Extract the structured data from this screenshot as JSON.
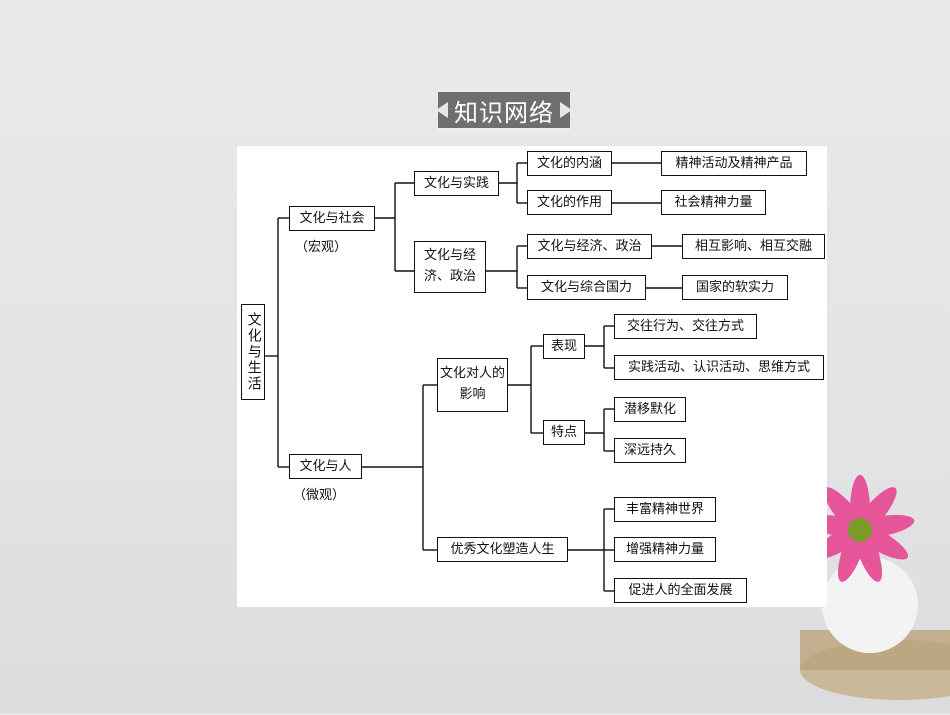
{
  "title": "知识网络",
  "diagram": {
    "root": "文化与生活",
    "branch_social": {
      "label": "文化与社会",
      "note": "（宏观）"
    },
    "branch_people": {
      "label": "文化与人",
      "note": "（微观）"
    },
    "practice": "文化与实践",
    "econ_politics": "文化与经济、政治",
    "connotation": "文化的内涵",
    "connotation_result": "精神活动及精神产品",
    "function": "文化的作用",
    "function_result": "社会精神力量",
    "econ_politics_item": "文化与经济、政治",
    "econ_politics_result": "相互影响、相互交融",
    "national_power": "文化与综合国力",
    "national_power_result": "国家的软实力",
    "influence": "文化对人的影响",
    "manifest": "表现",
    "manifest_1": "交往行为、交往方式",
    "manifest_2": "实践活动、认识活动、思维方式",
    "feature": "特点",
    "feature_1": "潜移默化",
    "feature_2": "深远持久",
    "shaping": "优秀文化塑造人生",
    "shaping_1": "丰富精神世界",
    "shaping_2": "增强精神力量",
    "shaping_3": "促进人的全面发展"
  }
}
